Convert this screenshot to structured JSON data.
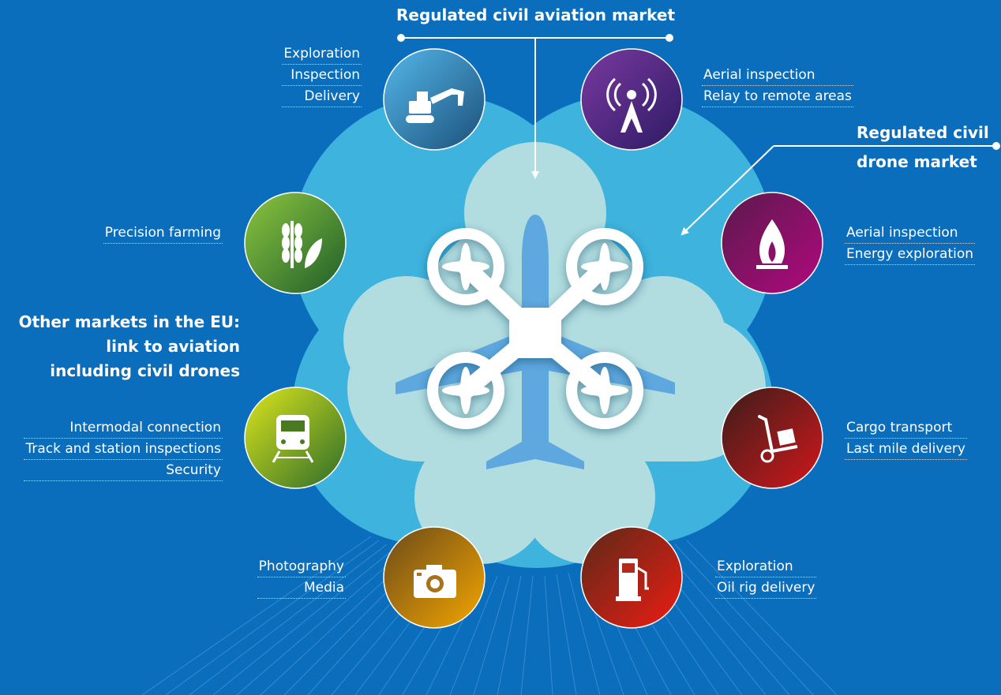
{
  "titles": {
    "aviation_market": "Regulated civil aviation market",
    "drone_market_line1": "Regulated civil",
    "drone_market_line2": "drone market",
    "other_markets_line1": "Other markets in the EU:",
    "other_markets_line2": "link to aviation",
    "other_markets_line3": "including civil drones"
  },
  "sectors": {
    "mining": {
      "icon": "excavator-icon",
      "labels": [
        "Exploration",
        "Inspection",
        "Delivery"
      ]
    },
    "telecom": {
      "icon": "antenna-tower-icon",
      "labels": [
        "Aerial inspection",
        "Relay to remote areas"
      ]
    },
    "agriculture": {
      "icon": "wheat-leaf-icon",
      "labels": [
        "Precision farming"
      ]
    },
    "energy": {
      "icon": "flame-icon",
      "labels": [
        "Aerial inspection",
        "Energy exploration"
      ]
    },
    "rail": {
      "icon": "train-icon",
      "labels": [
        "Intermodal connection",
        "Track and station inspections",
        "Security"
      ]
    },
    "logistics": {
      "icon": "hand-truck-icon",
      "labels": [
        "Cargo transport",
        "Last mile delivery"
      ]
    },
    "media": {
      "icon": "camera-icon",
      "labels": [
        "Photography",
        "Media"
      ]
    },
    "oil": {
      "icon": "fuel-pump-icon",
      "labels": [
        "Exploration",
        "Oil rig delivery"
      ]
    }
  },
  "colors": {
    "background": "#0b6ebd",
    "outer_cloud": "#3db3dd",
    "inner_cloud": "#b1dde0",
    "airplane": "#5ea8df",
    "drone": "#ffffff"
  }
}
